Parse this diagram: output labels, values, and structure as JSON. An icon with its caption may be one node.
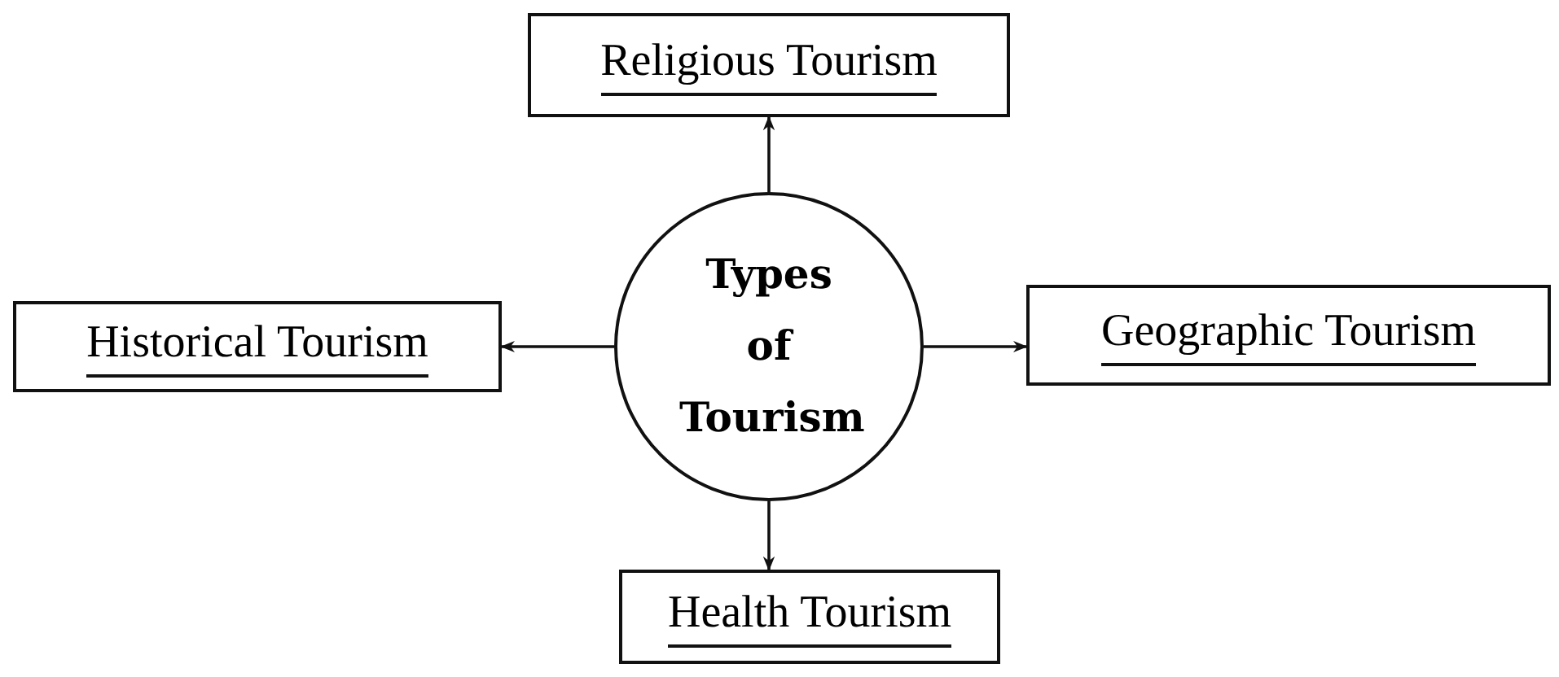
{
  "diagram": {
    "nodes": [
      {
        "text": [
          "Religious Tourism"
        ]
      },
      {
        "text": [
          "Historical Tourism"
        ]
      },
      {
        "text": [
          "Types of Tourism"
        ]
      },
      {
        "text": [
          "Geographic Tourism"
        ]
      },
      {
        "text": [
          "Health Tourism"
        ]
      }
    ],
    "edges": [
      {
        "from": 2,
        "to": 0,
        "arrow": "to"
      },
      {
        "from": 2,
        "to": 1,
        "arrow": "to"
      },
      {
        "from": 2,
        "to": 3,
        "arrow": "to"
      },
      {
        "from": 2,
        "to": 4,
        "arrow": "to"
      }
    ]
  }
}
